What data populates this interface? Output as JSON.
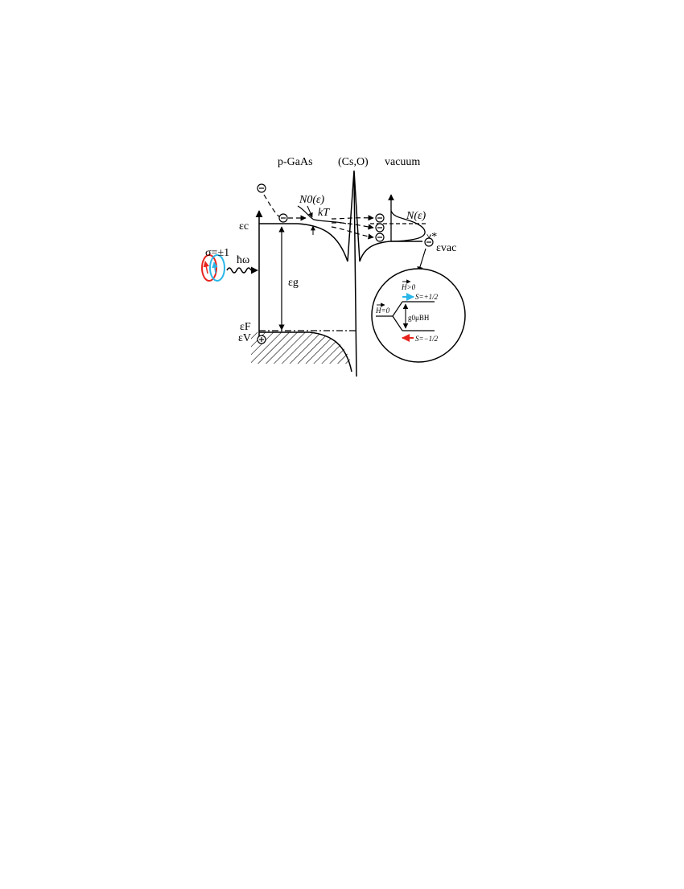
{
  "region_labels": {
    "semiconductor": "p-GaAs",
    "activation_layer": "(Cs,O)",
    "vacuum": "vacuum"
  },
  "energy_levels": {
    "conduction": "εc",
    "valence": "εV",
    "fermi": "εF",
    "vacuum_level": "εvac",
    "band_gap": "εg"
  },
  "labels": {
    "n0": "N0(ε)",
    "kT": "kT",
    "n_vac": "N(ε)",
    "chi": "χ*",
    "polarization": "σ=±1",
    "photon": "ħω"
  },
  "inset": {
    "h_pos": "H>0",
    "h_zero": "H=0",
    "s_up": "S=+1/2",
    "s_down": "S=−1/2",
    "splitting": "g0μBH"
  },
  "colors": {
    "line": "#000000",
    "spin_up": "#29b6e8",
    "spin_down": "#e8231d"
  }
}
